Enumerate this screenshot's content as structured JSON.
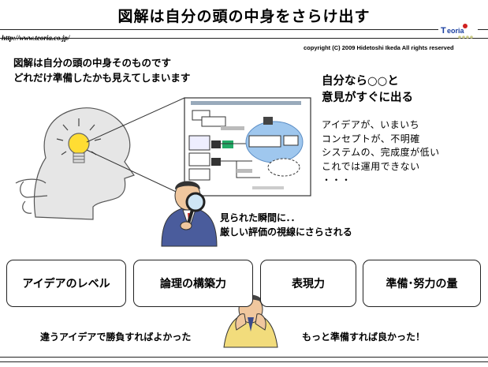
{
  "title": "図解は自分の頭の中身をさらけ出す",
  "url": "http://www.teoria.co.jp/",
  "copyright": "copyright (C) 2009  Hidetoshi  Ikeda All rights reserved",
  "intro": {
    "line1": "図解は自分の頭の中身そのものです",
    "line2": "どれだけ準備したかも見えてしまいます"
  },
  "right_heading": {
    "line1": "自分なら○○と",
    "line2": "意見がすぐに出る"
  },
  "reasons": [
    "アイデアが、いまいち",
    "コンセプトが、不明確",
    "システムの、完成度が低い",
    "これでは運用できない",
    "・・・"
  ],
  "caption": {
    "line1": "見られた瞬間に．．",
    "line2": "厳しい評価の視線にさらされる"
  },
  "boxes": [
    "アイデアのレベル",
    "論理の構築力",
    "表現力",
    "準備･努力の量"
  ],
  "bottom": {
    "left": "違うアイデアで勝負すればよかった",
    "right": "もっと準備すれば良かった！"
  },
  "colors": {
    "border": "#222222",
    "bulb": "#ffdd33",
    "silhouette": "#dddddd",
    "logo_blue": "#1a3fa0",
    "logo_red": "#d02020"
  }
}
